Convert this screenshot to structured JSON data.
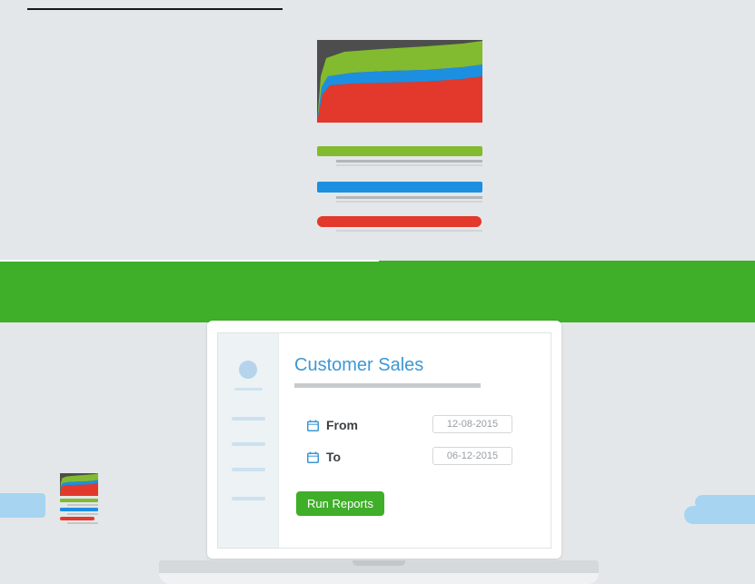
{
  "report_form": {
    "title": "Customer Sales",
    "fields": [
      {
        "icon": "calendar-icon",
        "label": "From",
        "value": "12-08-2015"
      },
      {
        "icon": "calendar-icon",
        "label": "To",
        "value": "06-12-2015"
      }
    ],
    "submit_label": "Run Reports"
  },
  "colors": {
    "background": "#e4e7e9",
    "brand_green": "#3fae29",
    "chart_green": "#82bb2f",
    "chart_blue": "#1d8fe1",
    "chart_red": "#e2392c",
    "chart_bg": "#4d4d4d",
    "title_blue": "#3e97d4",
    "light_blue": "#a6d4f1"
  },
  "illustrations": {
    "stacked_area_chart": "decorative stacked area chart (green, blue, red) on dark panel",
    "report_rows": [
      "green",
      "blue",
      "red"
    ],
    "laptop": "laptop frame around report form",
    "clouds": "light blue cloud shapes"
  }
}
